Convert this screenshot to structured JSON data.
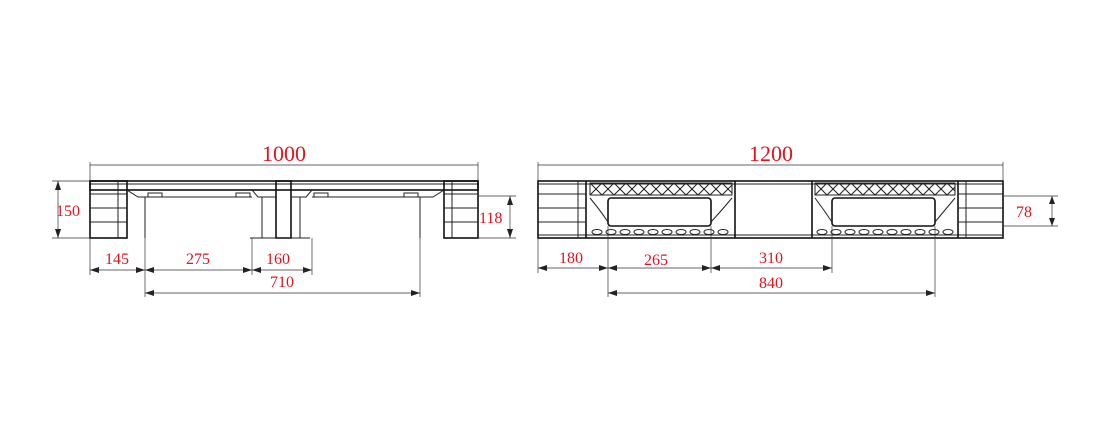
{
  "colors": {
    "dimension_text": "#e0141e",
    "line": "#222222",
    "background": "#ffffff"
  },
  "side_view": {
    "overall_width": "1000",
    "height": "150",
    "deck_height": "118",
    "block_width": "145",
    "opening_width": "275",
    "center_block_width": "160",
    "span": "710"
  },
  "end_view": {
    "overall_width": "1200",
    "end_block_width": "180",
    "opening_width": "265",
    "center_width": "310",
    "span": "840",
    "height": "78"
  }
}
